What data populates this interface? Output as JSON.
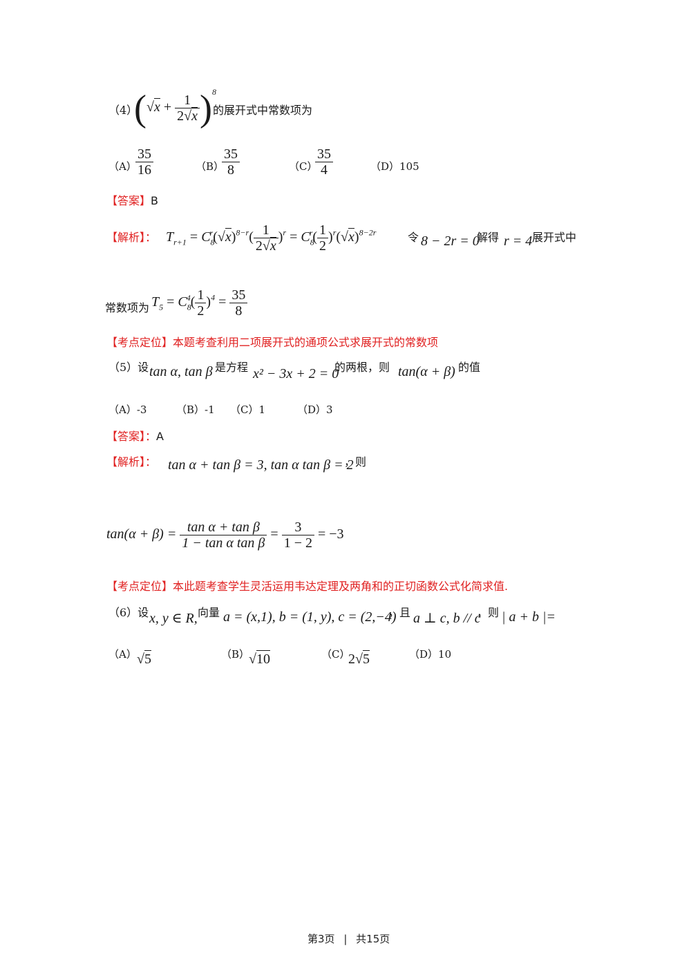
{
  "q4": {
    "number": "（4）",
    "expr_one": "1",
    "expr_two": "2",
    "expr_x": "x",
    "expr_exp": "8",
    "stem_tail": "的展开式中常数项为",
    "options": [
      {
        "label": "（A）",
        "num": "35",
        "den": "16"
      },
      {
        "label": "（B）",
        "num": "35",
        "den": "8"
      },
      {
        "label": "（C）",
        "num": "35",
        "den": "4"
      },
      {
        "label": "（D）",
        "text": "105"
      }
    ],
    "answer_tag": "【答案】",
    "answer": "B",
    "analysis_tag": "【解析】：",
    "analysis_ling": "令",
    "analysis_eq1": "8 − 2r = 0",
    "analysis_jiede": "解得",
    "analysis_r": "r = 4",
    "analysis_tail": "展开式中",
    "const_label": "常数项为",
    "const_num": "35",
    "const_den": "8",
    "point_tag": "【考点定位】",
    "point_text": "本题考查利用二项展开式的通项公式求展开式的常数项"
  },
  "q5": {
    "number": "（5）设",
    "vars": "tan α, tan β",
    "is_roots": "是方程",
    "equation": "x² − 3x + 2 = 0",
    "two_roots": "的两根，则",
    "target": "tan(α + β)",
    "value_of": "的值",
    "options": [
      "（A）-3",
      "（B）-1",
      "（C）1",
      "（D）3"
    ],
    "answer_tag": "【答案】：",
    "answer": "A",
    "analysis_tag": "【解析】：",
    "analysis_expr": "tan α + tan β = 3, tan α tan β = 2",
    "analysis_then": "，则",
    "result_lhs": "tan(α + β) =",
    "result_num": "tan α + tan β",
    "result_den": "1 − tan α tan β",
    "result_num2": "3",
    "result_den2": "1 − 2",
    "result_value": "= −3",
    "point_tag": "【考点定位】",
    "point_text": "本此题考查学生灵活运用韦达定理及两角和的正切函数公式化简求值."
  },
  "q6": {
    "number": "（6）设",
    "vars": "x, y ∈ R,",
    "vectors_label": "向量",
    "vectors": "a = (x,1), b = (1, y), c = (2,−4)",
    "and": "，且",
    "conditions": "a ⊥ c, b // c",
    "then": "，则",
    "target": "| a + b |=",
    "options": [
      {
        "label": "（A）",
        "coef": "",
        "radicand": "5"
      },
      {
        "label": "（B）",
        "coef": "",
        "radicand": "10"
      },
      {
        "label": "（C）",
        "coef": "2",
        "radicand": "5"
      },
      {
        "label": "（D）",
        "text": "10"
      }
    ]
  },
  "footer": {
    "page": "第3页",
    "sep": "|",
    "total": "共15页"
  }
}
